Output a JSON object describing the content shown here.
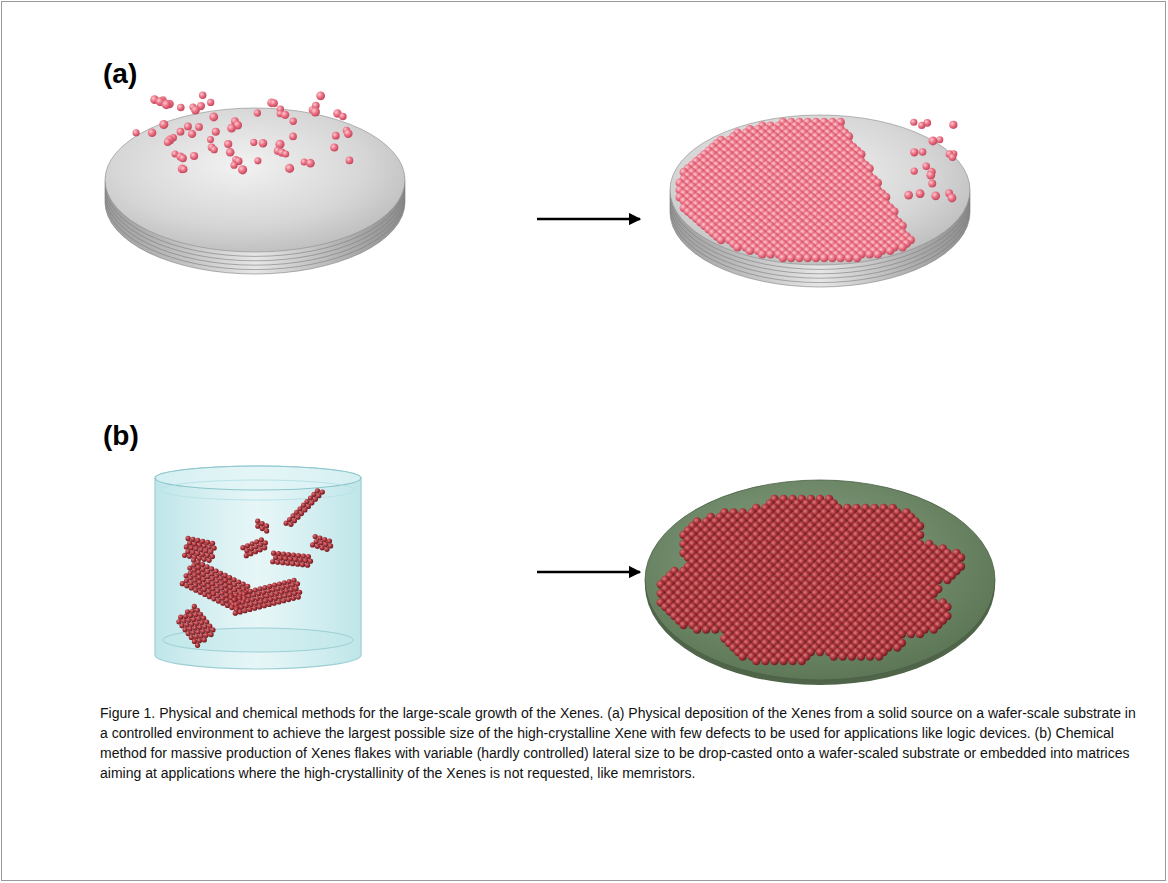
{
  "diagram": {
    "caption": "Figure 1. Physical and chemical methods for the large-scale growth of the Xenes. (a) Physical deposition of the Xenes from a solid source on a wafer-scale substrate in a controlled environment to achieve the largest possible size of the high-crystalline Xene with few defects to be used for applications like logic devices. (b) Chemical method for massive production of Xenes flakes with variable (hardly controlled) lateral size to be drop-casted onto a wafer-scaled substrate or embedded into matrices aiming at applications where the high-crystallinity of the Xenes is not requested, like memristors.",
    "labels": [
      "(a)",
      "(b)"
    ]
  }
}
